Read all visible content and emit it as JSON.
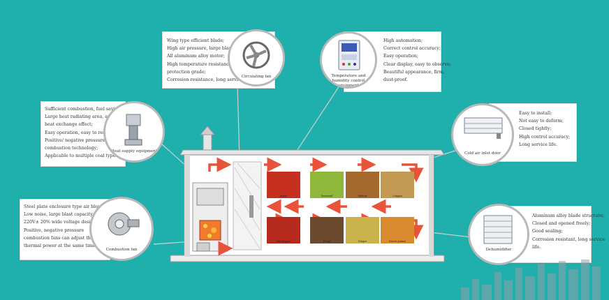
{
  "components": {
    "circulating_fan": {
      "caption": "Circulating fan",
      "features": [
        "Wing type efficient blade;",
        "High air pressure, large blast capacity;",
        "All aluminum alloy motor;",
        "High temperature resistance, high",
        "protection grade;",
        "Corrosion resistance, long service life."
      ]
    },
    "controller": {
      "caption_lines": [
        "Temperature and",
        "humidity control equipment"
      ],
      "features": [
        "High automation;",
        "Correct control accuracy;",
        "Easy operation;",
        "Clear display, easy to observe;",
        "Beautiful appearance, firm,",
        "dust-proof."
      ]
    },
    "heat_supply": {
      "caption": "Heat supply equipment",
      "features": [
        "Sufficient combustion, fuel saving;",
        "Large heat radiating area, and good",
        "heat exchange effect;",
        "Easy operation, easy to remove ash;",
        "Positive/ negative pressure",
        "combustion technology;",
        "Applicable to multiple coal types."
      ]
    },
    "cold_air_door": {
      "caption": "Cold air inlet door",
      "features": [
        "Easy to install;",
        "Not easy to deform;",
        "Closed tightly;",
        "High control accuracy;",
        "Long service life."
      ]
    },
    "combustion_fan": {
      "caption": "Combustion fan",
      "features": [
        "Steel plate enclosure type air blower;",
        "Low noise, large blast capacity;",
        "220V± 20% wide voltage design;",
        "Positive, negative pressure",
        "combustion fans can adjust the",
        "thermal power at the same time."
      ]
    },
    "dehumidifier": {
      "caption": "Dehumidifier",
      "features": [
        "Aluminum alloy blade structure;",
        "Closed and opened freely;",
        "Good sealing;",
        "Corrosion resistant, long service",
        "life."
      ]
    }
  },
  "products": {
    "top": [
      "Apple",
      "Seaweed",
      "Walnut",
      "Longan"
    ],
    "bottom": [
      "Hot pepper",
      "Fungi",
      "Ginger",
      "Sweet potato"
    ]
  },
  "colors": {
    "background": "#1fb0ae",
    "arrow": "#e8533a",
    "card_border": "#d8d8d8",
    "circle_border": "#b9b9b9"
  }
}
